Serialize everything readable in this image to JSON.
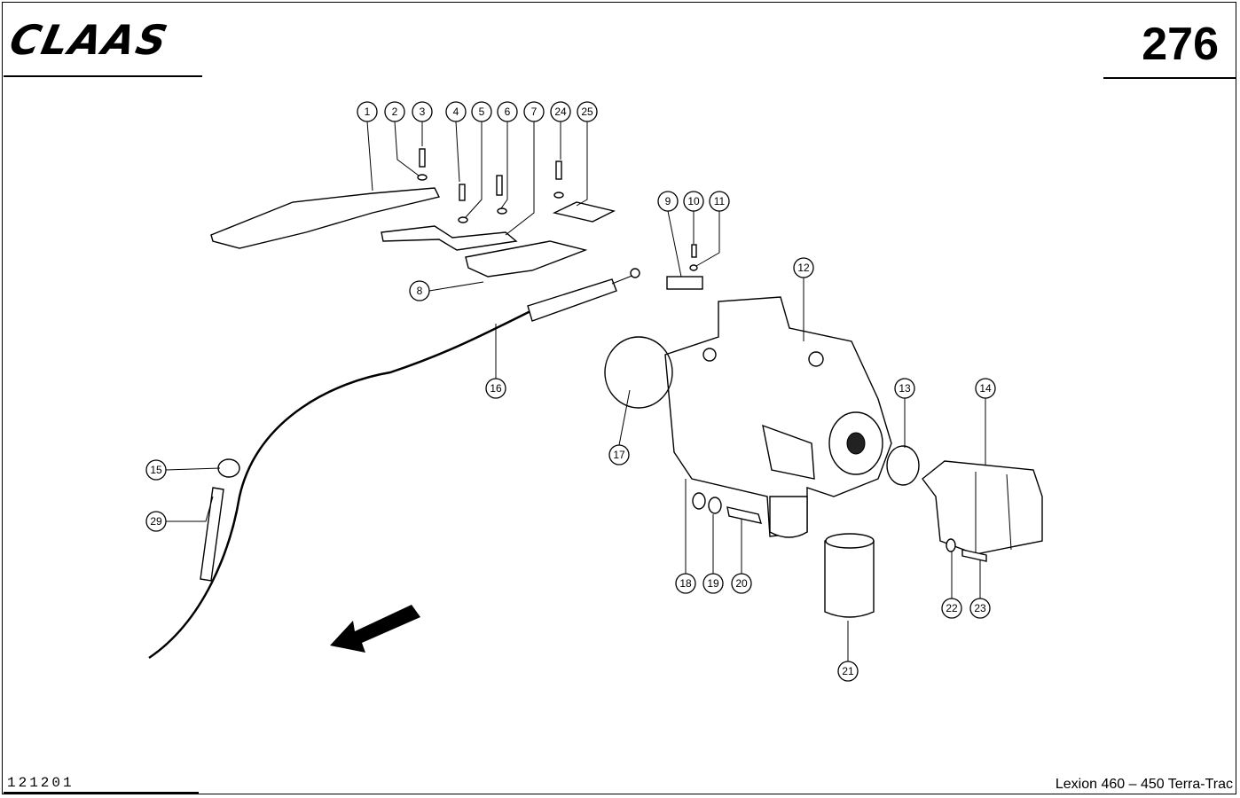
{
  "header": {
    "brand": "CLAAS",
    "page_number": "276"
  },
  "footer": {
    "document_code": "121201",
    "model": "Lexion 460 – 450 Terra-Trac"
  },
  "callouts": [
    "1",
    "2",
    "3",
    "4",
    "5",
    "6",
    "7",
    "24",
    "25",
    "8",
    "9",
    "10",
    "11",
    "12",
    "16",
    "17",
    "13",
    "14",
    "15",
    "29",
    "18",
    "19",
    "20",
    "21",
    "22",
    "23"
  ]
}
